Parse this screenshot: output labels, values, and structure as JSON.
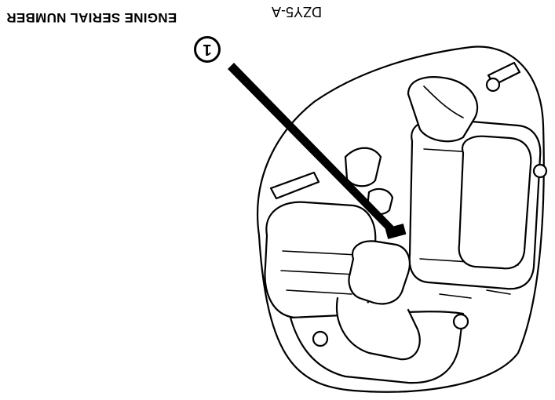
{
  "labels": {
    "serial_number": "ENGINE SERIAL NUMBER",
    "figure_code": "DZY5-A",
    "callout_number": "1"
  },
  "colors": {
    "ink": "#000000",
    "paper": "#ffffff"
  }
}
